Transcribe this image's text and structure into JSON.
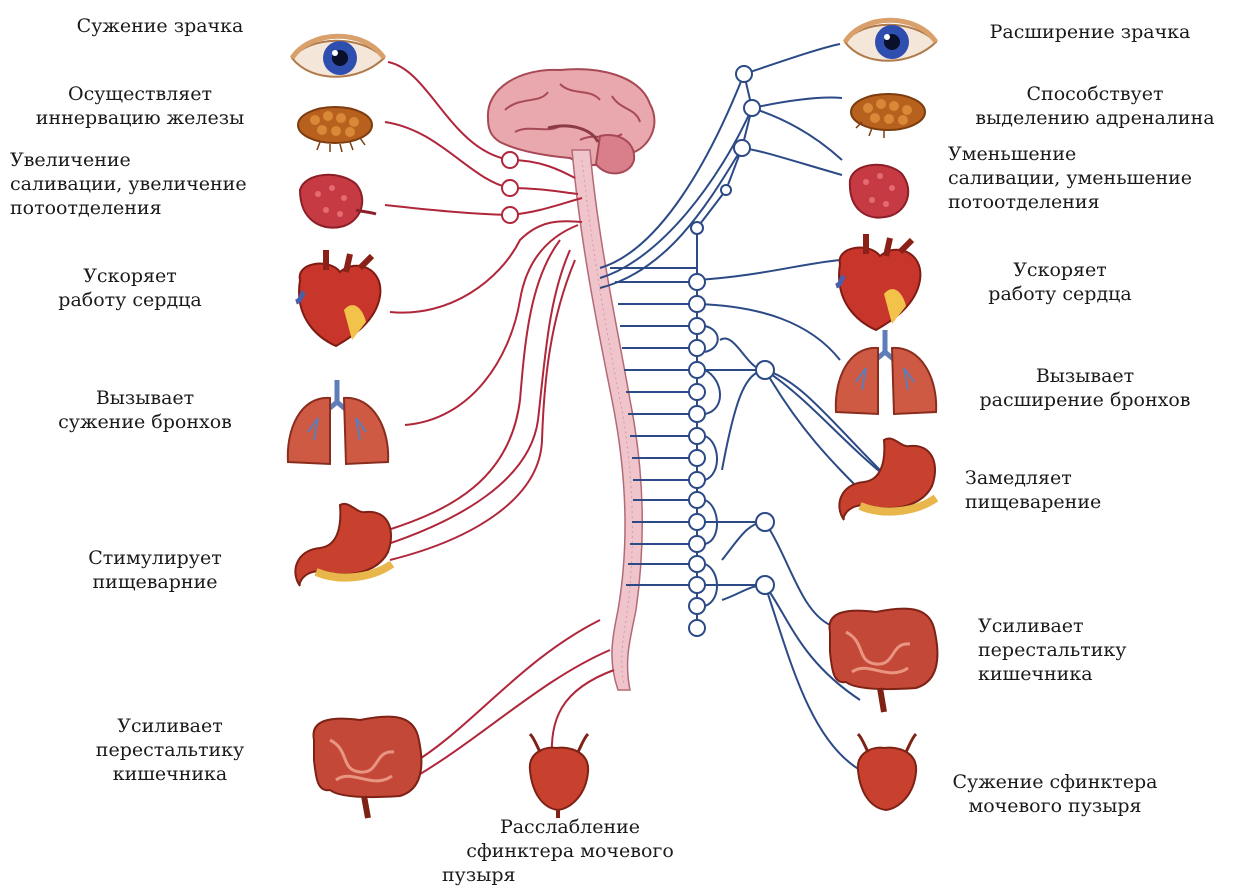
{
  "colors": {
    "parasympathetic": "#b0263a",
    "sympathetic": "#2c4a86",
    "spinal_cord": "#f0bfc8",
    "organ": "#c0443a",
    "organ_dark": "#8e2a22"
  },
  "left_labels": {
    "pupil": [
      "Сужение зрачка"
    ],
    "gland": [
      "Осуществляет",
      "иннервацию железы"
    ],
    "saliva": [
      "Увеличение",
      "саливации, увеличение",
      "потоотделения"
    ],
    "heart": [
      "Ускоряет",
      "работу сердца"
    ],
    "bronchi": [
      "Вызывает",
      "сужение бронхов"
    ],
    "digestion": [
      "Стимулирует",
      "пищеварние"
    ],
    "intestine": [
      "Усиливает",
      "перестальтику",
      "кишечника"
    ]
  },
  "bottom_label": [
    "Расслабление",
    "сфинктера мочевого",
    "пузыря"
  ],
  "right_labels": {
    "pupil": [
      "Расширение зрачка"
    ],
    "adrenaline": [
      "Способствует",
      "выделению адреналина"
    ],
    "saliva": [
      "Уменьшение",
      "саливации, уменьшение",
      "потоотделения"
    ],
    "heart": [
      "Ускоряет",
      "работу сердца"
    ],
    "bronchi": [
      "Вызывает",
      "расширение бронхов"
    ],
    "digestion": [
      "Замедляет",
      "пищеварение"
    ],
    "intestine": [
      "Усиливает",
      "перестальтику",
      "кишечника"
    ],
    "bladder": [
      "Сужение сфинктера",
      "мочевого пузыря"
    ]
  },
  "organ_icons": {
    "left": [
      "eye-icon",
      "gland-icon",
      "salivary-gland-icon",
      "heart-icon",
      "lungs-icon",
      "stomach-icon",
      "intestine-icon"
    ],
    "center": [
      "brain-icon",
      "spinal-cord-icon",
      "bladder-icon"
    ],
    "right": [
      "eye-icon",
      "adrenal-gland-icon",
      "salivary-gland-icon",
      "heart-icon",
      "lungs-icon",
      "stomach-icon",
      "intestine-icon",
      "bladder-icon"
    ]
  }
}
